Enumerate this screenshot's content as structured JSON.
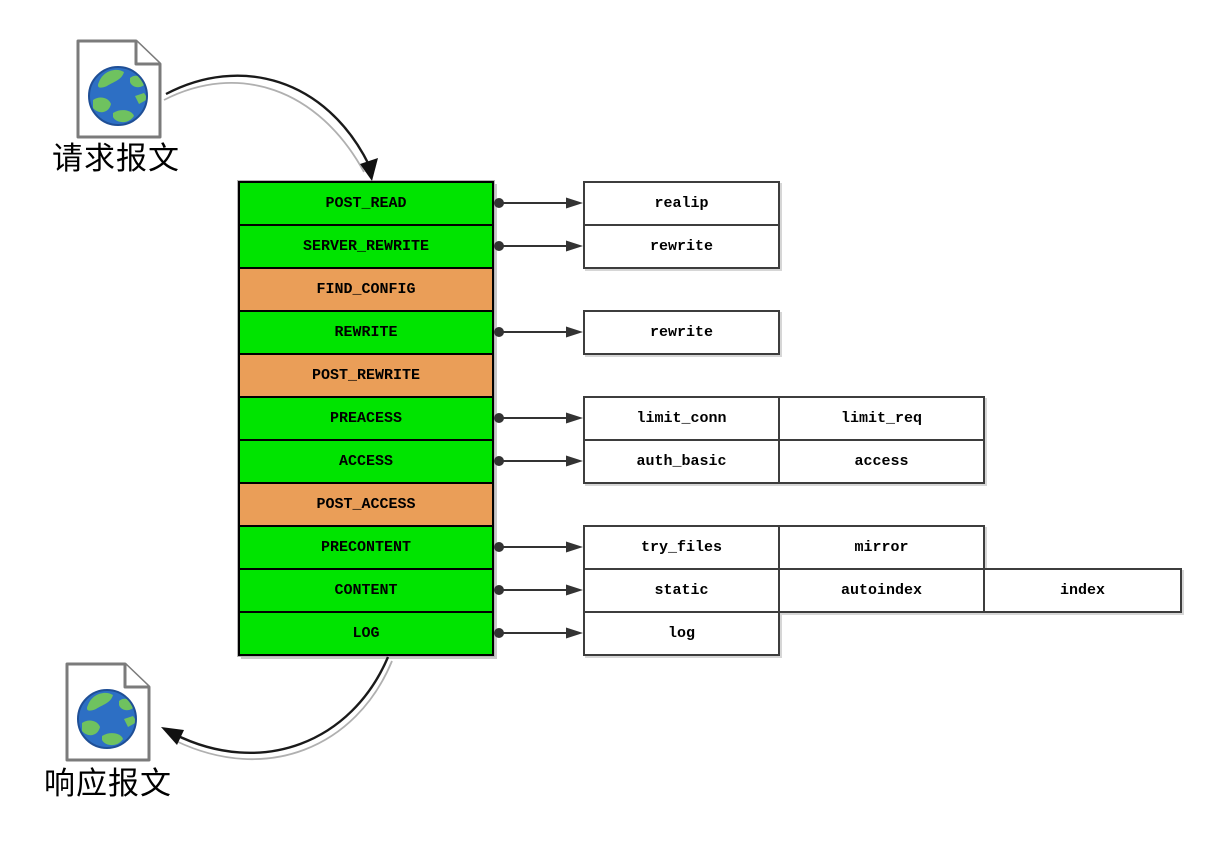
{
  "title": "nginx request processing phases diagram",
  "request_doc": {
    "label": "请求报文",
    "icon": "globe-document-icon"
  },
  "response_doc": {
    "label": "响应报文",
    "icon": "globe-document-icon"
  },
  "colors": {
    "phase_green": "#00e400",
    "phase_orange": "#ea9e58",
    "module_background": "#ffffff",
    "phase_border": "#000000",
    "module_border": "#3d3d3d",
    "connector": "#333333",
    "globe_ocean": "#2d6fc4",
    "globe_land": "#6fc25f"
  },
  "phases": [
    {
      "label": "POST_READ",
      "type": "green"
    },
    {
      "label": "SERVER_REWRITE",
      "type": "green"
    },
    {
      "label": "FIND_CONFIG",
      "type": "orange"
    },
    {
      "label": "REWRITE",
      "type": "green"
    },
    {
      "label": "POST_REWRITE",
      "type": "orange"
    },
    {
      "label": "PREACESS",
      "type": "green"
    },
    {
      "label": "ACCESS",
      "type": "green"
    },
    {
      "label": "POST_ACCESS",
      "type": "orange"
    },
    {
      "label": "PRECONTENT",
      "type": "green"
    },
    {
      "label": "CONTENT",
      "type": "green"
    },
    {
      "label": "LOG",
      "type": "green"
    }
  ],
  "module_groups": [
    {
      "phase": "POST_READ",
      "cells": [
        "realip"
      ]
    },
    {
      "phase": "SERVER_REWRITE",
      "cells": [
        "rewrite"
      ]
    },
    {
      "phase": "REWRITE",
      "cells": [
        "rewrite"
      ]
    },
    {
      "phase": "PREACESS",
      "cells": [
        "limit_conn",
        "limit_req"
      ]
    },
    {
      "phase": "ACCESS",
      "cells": [
        "auth_basic",
        "access"
      ]
    },
    {
      "phase": "PRECONTENT",
      "cells": [
        "try_files",
        "mirror"
      ]
    },
    {
      "phase": "CONTENT",
      "cells": [
        "static",
        "autoindex",
        "index"
      ]
    },
    {
      "phase": "LOG",
      "cells": [
        "log"
      ]
    }
  ]
}
